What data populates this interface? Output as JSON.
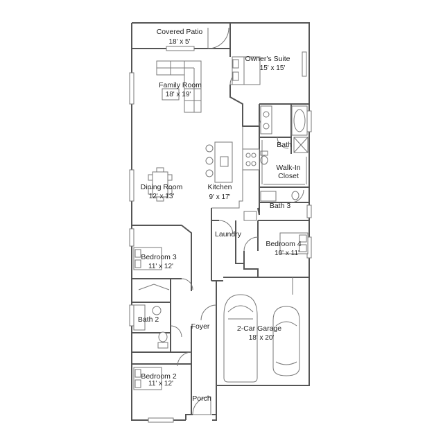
{
  "rooms": {
    "covered_patio": {
      "name": "Covered Patio",
      "dims": "18' x 5'"
    },
    "owners_suite": {
      "name": "Owner's Suite",
      "dims": "15' x 15'"
    },
    "family_room": {
      "name": "Family Room",
      "dims": "18' x 19'"
    },
    "bath": {
      "name": "Bath"
    },
    "walk_in_closet": {
      "name_line1": "Walk-In",
      "name_line2": "Closet"
    },
    "dining_room": {
      "name": "Dining Room",
      "dims": "12' x 13'"
    },
    "kitchen": {
      "name": "Kitchen",
      "dims": "9' x 17'"
    },
    "bath3": {
      "name": "Bath 3"
    },
    "laundry": {
      "name": "Laundry"
    },
    "bedroom4": {
      "name": "Bedroom 4",
      "dims": "10' x 11'"
    },
    "bedroom3": {
      "name": "Bedroom 3",
      "dims": "11' x 12'"
    },
    "bath2": {
      "name": "Bath 2"
    },
    "foyer": {
      "name": "Foyer"
    },
    "garage": {
      "name": "2-Car Garage",
      "dims": "18' x 20'"
    },
    "bedroom2": {
      "name": "Bedroom 2",
      "dims": "11' x 12'"
    },
    "porch": {
      "name": "Porch"
    }
  },
  "colors": {
    "wall": "#555555",
    "fixture": "#777777",
    "text": "#222222"
  }
}
